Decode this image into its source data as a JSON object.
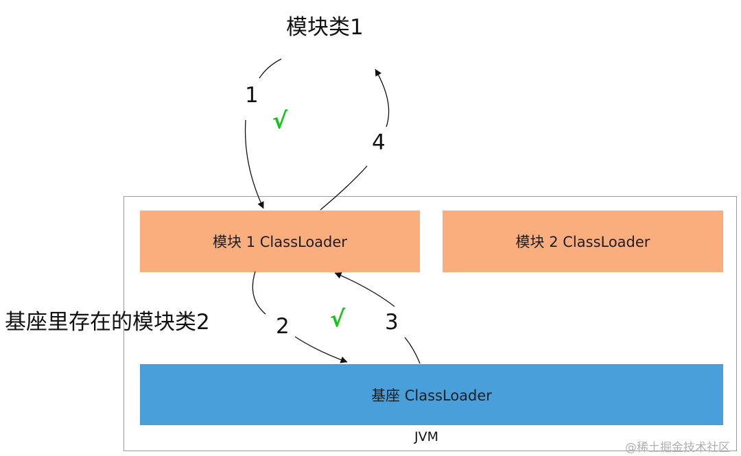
{
  "module_class_1": "模块类1",
  "module_class_2": "基座里存在的模块类2",
  "jvm": {
    "label": "JVM",
    "loaders": {
      "module1": "模块 1 ClassLoader",
      "module2": "模块 2 ClassLoader",
      "base": "基座 ClassLoader"
    }
  },
  "steps": [
    "1",
    "2",
    "3",
    "4"
  ],
  "checks": [
    "√",
    "√"
  ],
  "watermark": "@稀土掘金技术社区",
  "colors": {
    "module_loader": "#fbae7d",
    "base_loader": "#489fd9",
    "check": "#19c219"
  }
}
